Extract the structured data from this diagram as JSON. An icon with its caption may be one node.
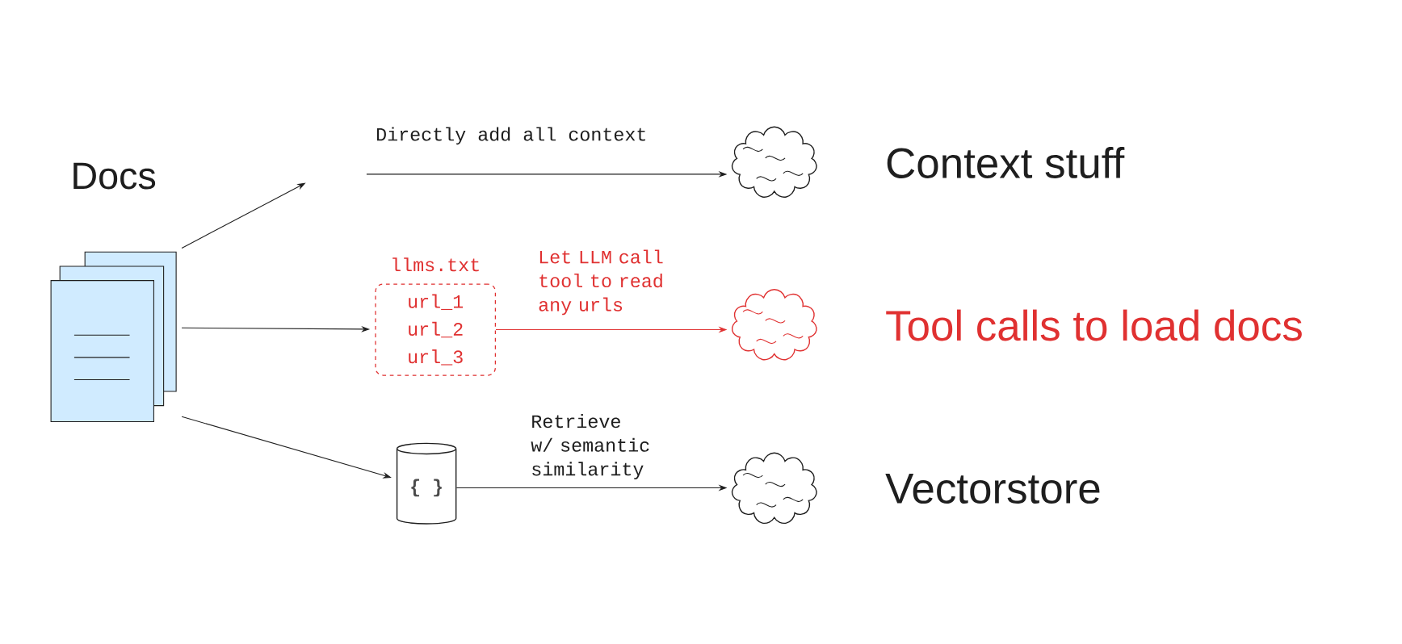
{
  "diagram": {
    "nodes": [
      {
        "text": [
          "Docs"
        ]
      },
      {
        "text": [
          "llms.txt",
          "url_1",
          "url_2",
          "url_3"
        ]
      },
      {
        "text": [
          "{ }"
        ]
      },
      {
        "text": [],
        "shape": "picture",
        "beside": [
          "Context stuff"
        ]
      },
      {
        "text": [],
        "shape": "picture",
        "beside": [
          "Tool calls to load docs"
        ]
      },
      {
        "text": [],
        "shape": "picture",
        "beside": [
          "Vectorstore"
        ]
      }
    ],
    "edges": [
      {
        "from": 0,
        "to": null,
        "arrow": "to"
      },
      {
        "from": null,
        "to": 3,
        "arrow": "to",
        "label": "Directly add all context"
      },
      {
        "from": 0,
        "to": 1,
        "arrow": "to"
      },
      {
        "from": 1,
        "to": 4,
        "arrow": "to",
        "label": "Let LLM call tool to read any urls",
        "color": "#e03131"
      },
      {
        "from": 0,
        "to": 2,
        "arrow": "to"
      },
      {
        "from": 2,
        "to": 5,
        "arrow": "to",
        "label": "Retrieve w/ semantic similarity"
      }
    ]
  }
}
